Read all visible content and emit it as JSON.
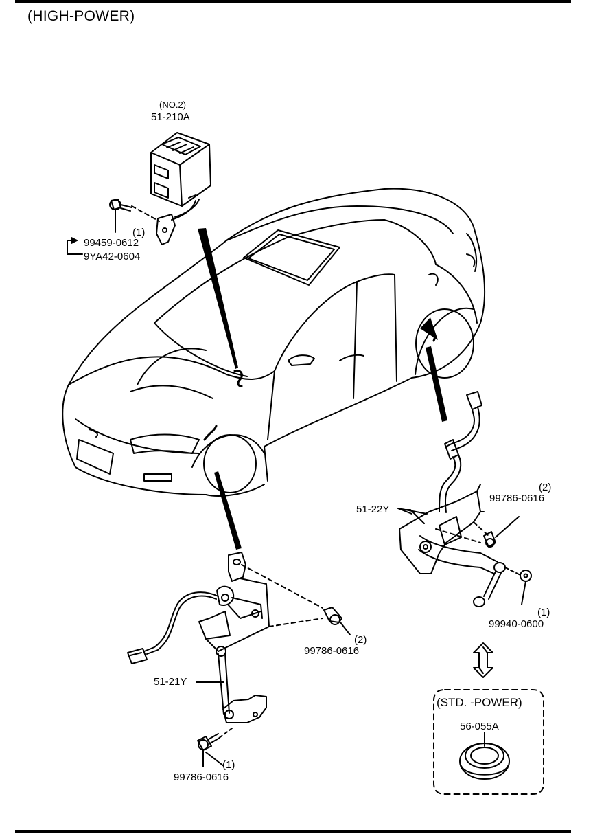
{
  "header": {
    "title": "(HIGH-POWER)"
  },
  "controller": {
    "note": "(NO.2)",
    "part": "51-210A"
  },
  "bolt_pair": {
    "qty": "(1)",
    "part_a": "99459-0612",
    "part_b": "9YA42-0604"
  },
  "front_sensor": {
    "part": "51-21Y",
    "bolt_upper": {
      "qty": "(2)",
      "part": "99786-0616"
    },
    "bolt_lower": {
      "qty": "(1)",
      "part": "99786-0616"
    }
  },
  "rear_sensor": {
    "part": "51-22Y",
    "bolt": {
      "qty": "(2)",
      "part": "99786-0616"
    },
    "nut": {
      "qty": "(1)",
      "part": "99940-0600"
    }
  },
  "std_power": {
    "title": "(STD. -POWER)",
    "part": "56-055A"
  }
}
